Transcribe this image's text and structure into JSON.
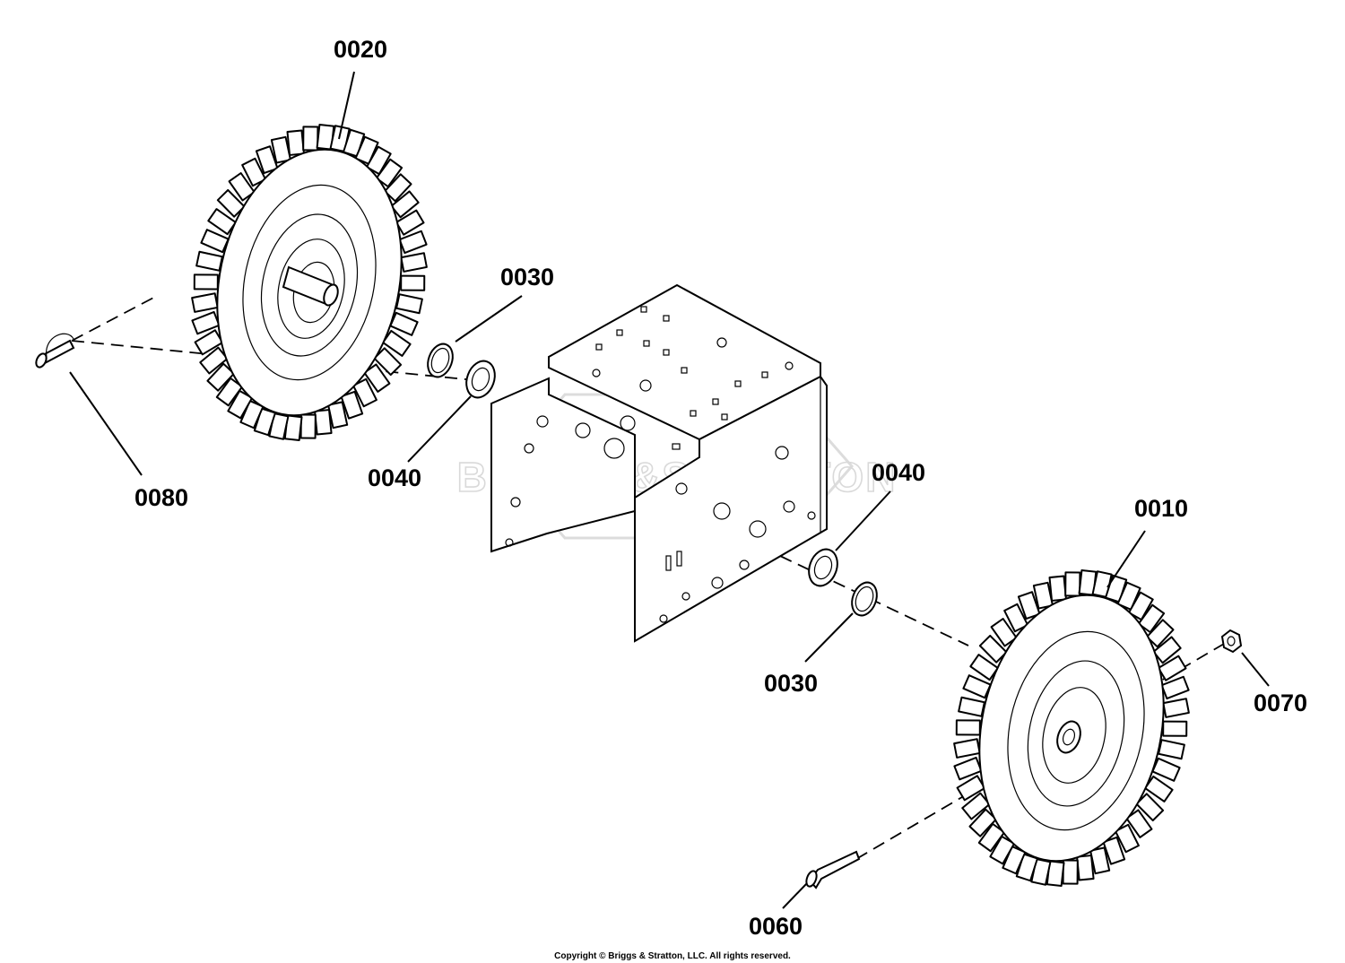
{
  "watermark": {
    "text": "BRIGGS&STRATTON"
  },
  "callouts": {
    "p0010": "0010",
    "p0020": "0020",
    "p0030_upper": "0030",
    "p0030_lower": "0030",
    "p0040_upper": "0040",
    "p0040_lower": "0040",
    "p0060": "0060",
    "p0070": "0070",
    "p0080": "0080"
  },
  "footer": {
    "copyright": "Copyright © Briggs & Stratton, LLC. All rights reserved."
  }
}
